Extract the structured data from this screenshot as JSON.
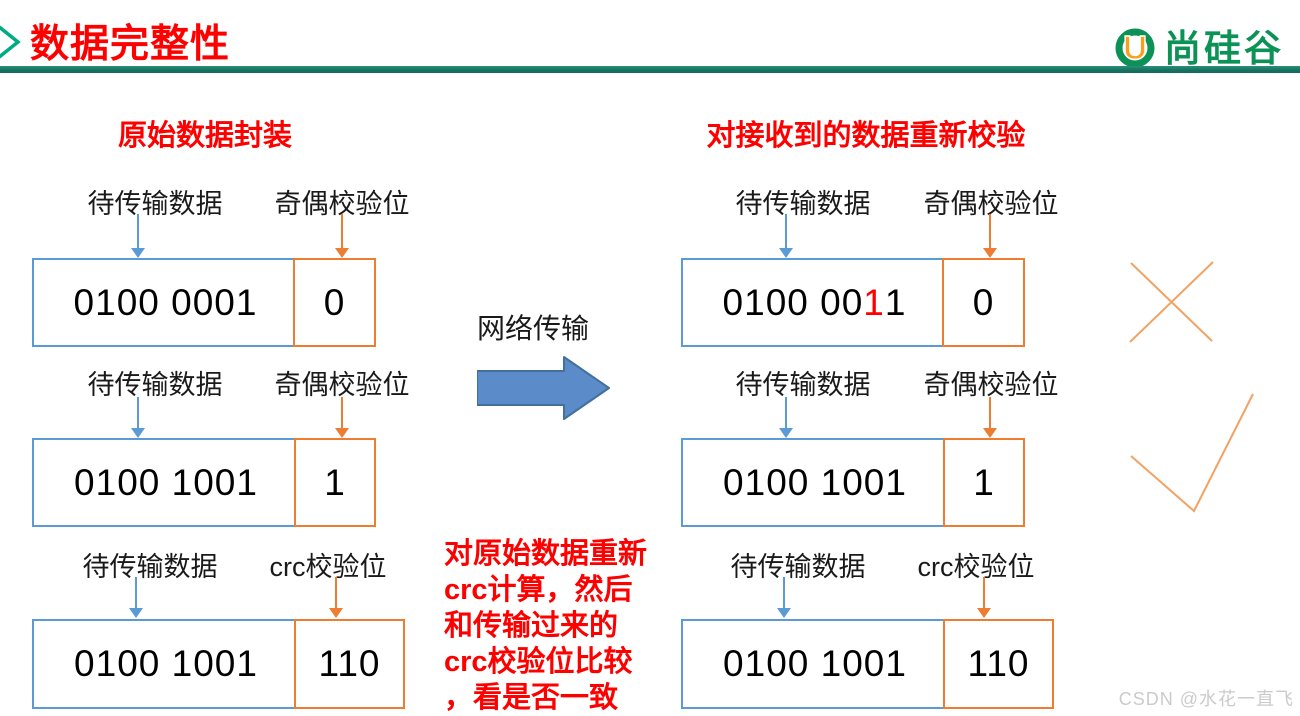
{
  "header": {
    "title": "数据完整性",
    "brand": "尚硅谷"
  },
  "left": {
    "title": "原始数据封装",
    "rows": [
      {
        "data_label": "待传输数据",
        "check_label": "奇偶校验位",
        "data": "0100 0001",
        "check": "0"
      },
      {
        "data_label": "待传输数据",
        "check_label": "奇偶校验位",
        "data": "0100 1001",
        "check": "1"
      },
      {
        "data_label": "待传输数据",
        "check_label": "crc校验位",
        "data": "0100 1001",
        "check": "110"
      }
    ]
  },
  "middle": {
    "transfer": "网络传输",
    "note_lines": [
      "对原始数据重新",
      "crc计算，然后",
      "和传输过来的",
      "crc校验位比较",
      "，看是否一致"
    ]
  },
  "right": {
    "title": "对接收到的数据重新校验",
    "rows": [
      {
        "data_label": "待传输数据",
        "check_label": "奇偶校验位",
        "data_prefix": "0100 00",
        "data_error": "1",
        "data_suffix": "1",
        "check": "0",
        "result": "cross"
      },
      {
        "data_label": "待传输数据",
        "check_label": "奇偶校验位",
        "data_prefix": "0100 1001",
        "data_error": "",
        "data_suffix": "",
        "check": "1",
        "result": "check"
      },
      {
        "data_label": "待传输数据",
        "check_label": "crc校验位",
        "data_prefix": "0100 1001",
        "data_error": "",
        "data_suffix": "",
        "check": "110",
        "result": ""
      }
    ]
  },
  "watermark": "CSDN @水花一直飞",
  "colors": {
    "accent_red": "#fe0000",
    "box_blue": "#5b9bd5",
    "box_orange": "#ed7d31",
    "rule_teal": "#14735f",
    "brand_green": "#0c9156",
    "brand_orange": "#f7a11a",
    "big_arrow_fill": "#5b8bc9",
    "big_arrow_edge": "#41719c",
    "result_mark_orange": "#f1a264"
  }
}
